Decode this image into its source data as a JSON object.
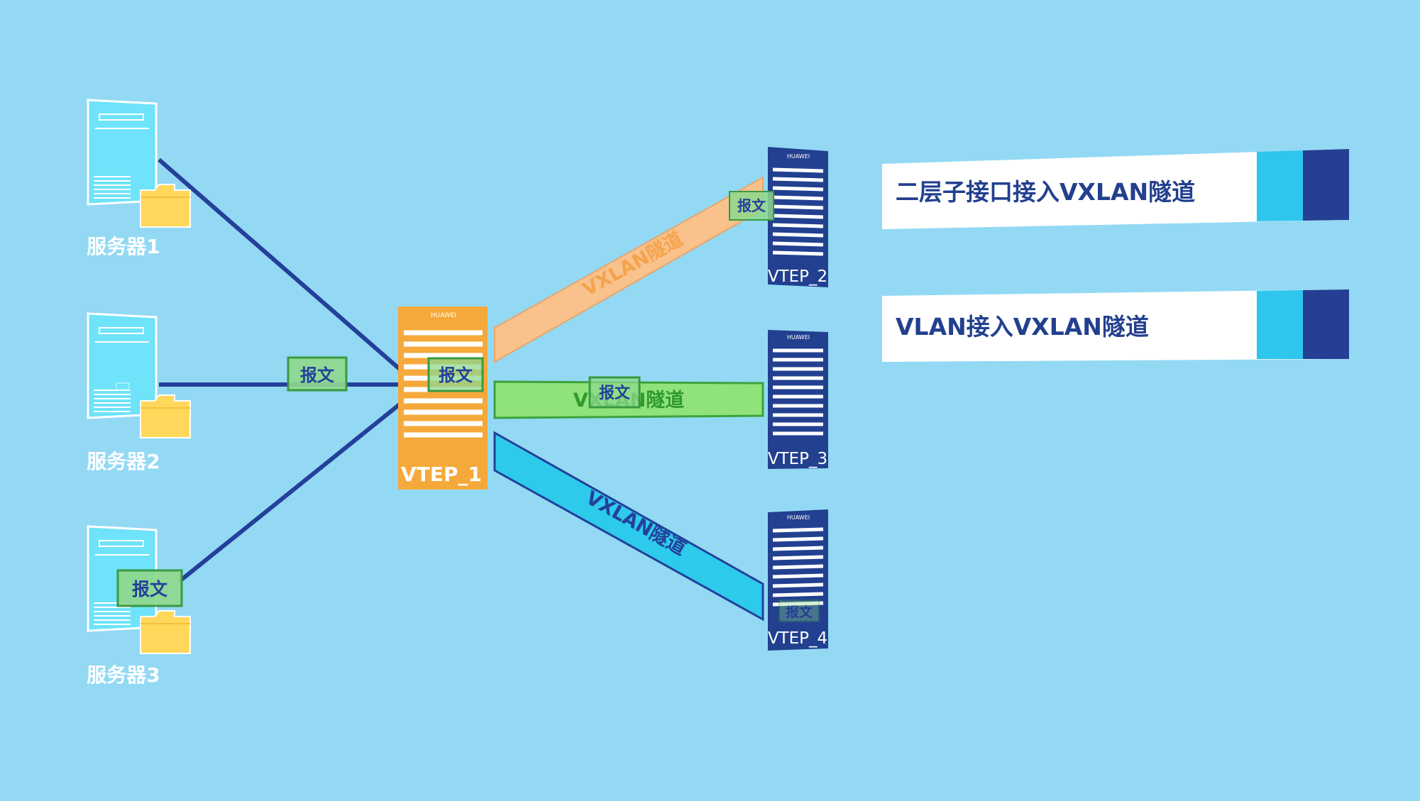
{
  "servers": [
    {
      "label": "服务器1"
    },
    {
      "label": "服务器2"
    },
    {
      "label": "服务器3"
    }
  ],
  "vteps": [
    {
      "label": "VTEP_1",
      "brand": "HUAWEI"
    },
    {
      "label": "VTEP_2",
      "brand": "HUAWEI"
    },
    {
      "label": "VTEP_3",
      "brand": "HUAWEI"
    },
    {
      "label": "VTEP_4",
      "brand": "HUAWEI"
    }
  ],
  "tunnels": [
    {
      "label": "VXLAN隧道"
    },
    {
      "label": "VXLAN隧道"
    },
    {
      "label": "VXLAN隧道"
    }
  ],
  "packet_label": "报文",
  "options": [
    {
      "label": "二层子接口接入VXLAN隧道"
    },
    {
      "label": "VLAN接入VXLAN隧道"
    }
  ],
  "colors": {
    "background": "#93d9f4",
    "server_fill": "#6ee3f9",
    "folder": "#ffd75a",
    "link": "#24409a",
    "vtep_main": "#f5a93a",
    "vtep_peer": "#22408f",
    "tunnel_orange": "#f9c18b",
    "tunnel_green": "#90e27a",
    "tunnel_blue": "#2dcaec",
    "packet_fill": "#8ed88d",
    "packet_border": "#3a9a41",
    "option_text": "#23408f",
    "option_light": "#2ec6ec",
    "option_dark": "#243f93"
  }
}
